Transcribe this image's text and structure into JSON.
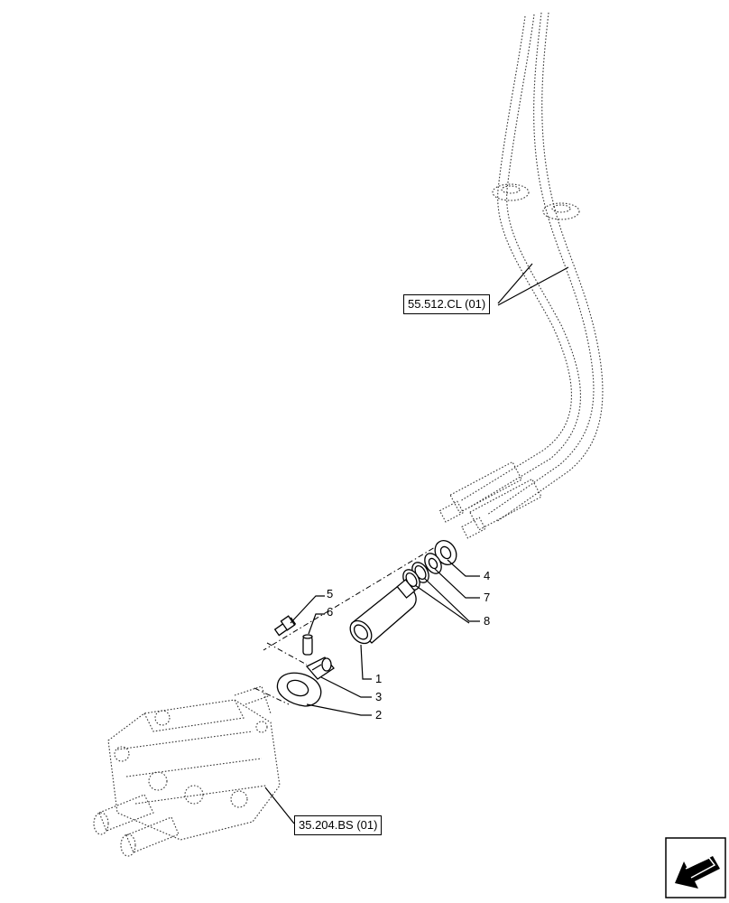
{
  "references": {
    "upper": "55.512.CL (01)",
    "lower": "35.204.BS (01)"
  },
  "callouts": [
    "1",
    "2",
    "3",
    "4",
    "5",
    "6",
    "7",
    "8"
  ],
  "nav_icon": "next-page-arrow-icon"
}
